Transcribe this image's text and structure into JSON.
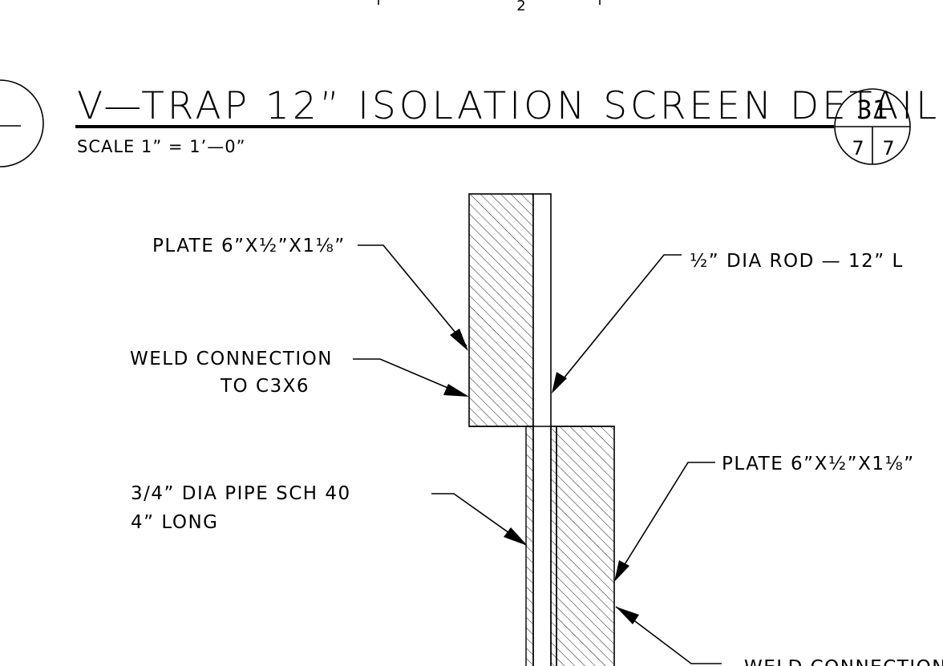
{
  "detail": {
    "title": "V—TRAP 12” ISOLATION SCREEN DETAIL",
    "scale": "SCALE 1” = 1’—0”",
    "bubble": {
      "number": "31",
      "sheet_left": "7",
      "sheet_right": "7"
    },
    "top_fragment": "2"
  },
  "callouts": {
    "plate_top": "PLATE 6”X½”X1⅛”",
    "rod": "½” DIA ROD — 12” L",
    "weld_top_line1": "WELD CONNECTION",
    "weld_top_line2": "TO C3X6",
    "plate_bottom": "PLATE 6”X½”X1⅛”",
    "pipe_line1": "3/4” DIA PIPE SCH 40",
    "pipe_line2": "4” LONG",
    "weld_bottom": "WELD CONNECTION"
  }
}
